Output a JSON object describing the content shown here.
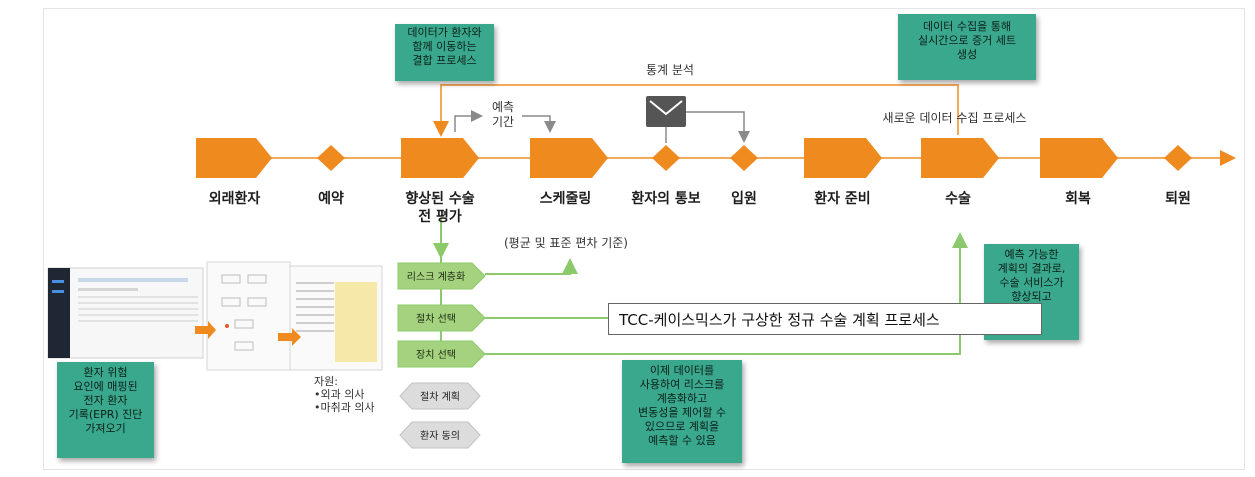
{
  "colors": {
    "arrow_orange": "#ef8a1e",
    "note_teal": "#3aa88c",
    "step_green": "#a4d27e",
    "hex_gray": "#dcdcdc",
    "connector_green": "#8cc96a",
    "flow_gray": "#8a8a8a"
  },
  "main_steps": [
    {
      "label": "외래환자"
    },
    {
      "label": "예약"
    },
    {
      "label": "향상된 수술\n전 평가"
    },
    {
      "label": "스케줄링"
    },
    {
      "label": "환자의 통보"
    },
    {
      "label": "입원"
    },
    {
      "label": "환자 준비"
    },
    {
      "label": "수술"
    },
    {
      "label": "회복"
    },
    {
      "label": "퇴원"
    }
  ],
  "flow_labels": {
    "stats_analysis": "통계 분석",
    "prediction_period": "예측\n기간",
    "new_data_process": "새로운 데이터 수집 프로세스",
    "mean_std_basis": "(평균 및 표준 편차 기준)"
  },
  "notes": {
    "combined_process": "데이터가 환자와\n함께 이동하는\n결합 프로세스",
    "realtime_evidence": "데이터 수집을 통해\n실시간으로 증거 세트\n생성",
    "predictable_plan": "예측 가능한\n계획의 결과로,\n수술 서비스가\n향상되고\n있음",
    "epr_import": "환자 위험\n요인에 매핑된\n전자 환자\n기록(EPR) 진단\n가져오기",
    "stratify_risk": "이제 데이터를\n사용하여 리스크를\n계층화하고\n변동성을 제어할 수\n있으므로 계획을\n예측할 수 있음"
  },
  "sub_steps": [
    {
      "label": "리스크 계층화"
    },
    {
      "label": "절차 선택"
    },
    {
      "label": "장치 선택"
    }
  ],
  "gray_steps": [
    {
      "label": "절차 계획"
    },
    {
      "label": "환자 동의"
    }
  ],
  "resources": "자원:\n•외과 의사\n•마취과 의사",
  "tooltip": "TCC-케이스믹스가 구상한 정규 수술 계획 프로세스",
  "icons": {
    "message": "envelope-icon"
  }
}
